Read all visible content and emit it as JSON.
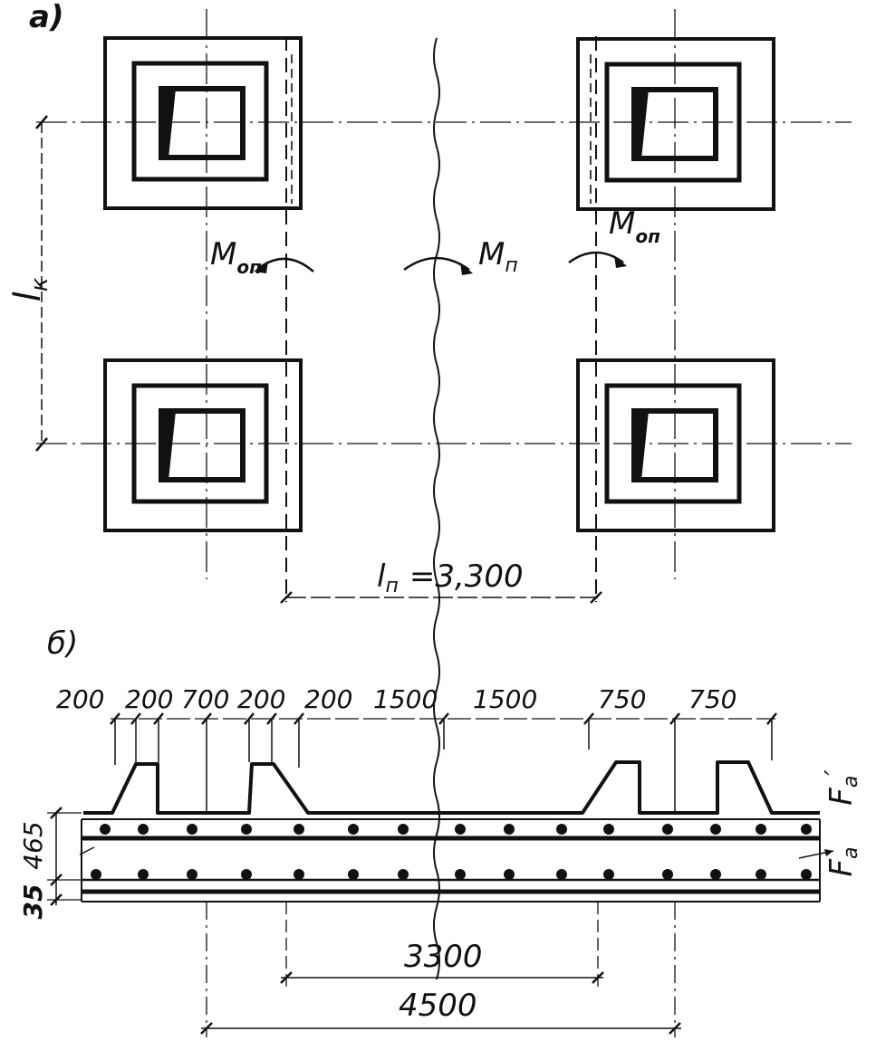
{
  "colors": {
    "ink": "#111111",
    "paper": "#ffffff"
  },
  "plan_view": {
    "label": "а)",
    "dimensions": {
      "column_spacing": "l",
      "column_spacing_sub": "к",
      "span": "l",
      "span_sub": "п",
      "span_value": "=3,300"
    },
    "moments": {
      "support_left": {
        "symbol": "M",
        "sub": "оп"
      },
      "span": {
        "symbol": "M",
        "sub": "п"
      },
      "support_right": {
        "symbol": "M",
        "sub": "оп"
      }
    }
  },
  "section_view": {
    "label": "б)",
    "top_dimensions": [
      "200",
      "200",
      "700",
      "200",
      "200",
      "1500",
      "1500",
      "750",
      "750"
    ],
    "left_dimensions": {
      "upper": "465",
      "lower": "35"
    },
    "reinforcement": {
      "top": "F",
      "top_sub": "a",
      "top_prime": "′",
      "bottom": "F",
      "bottom_sub": "a"
    },
    "bottom_dimensions": {
      "inner": "3300",
      "outer": "4500"
    }
  }
}
